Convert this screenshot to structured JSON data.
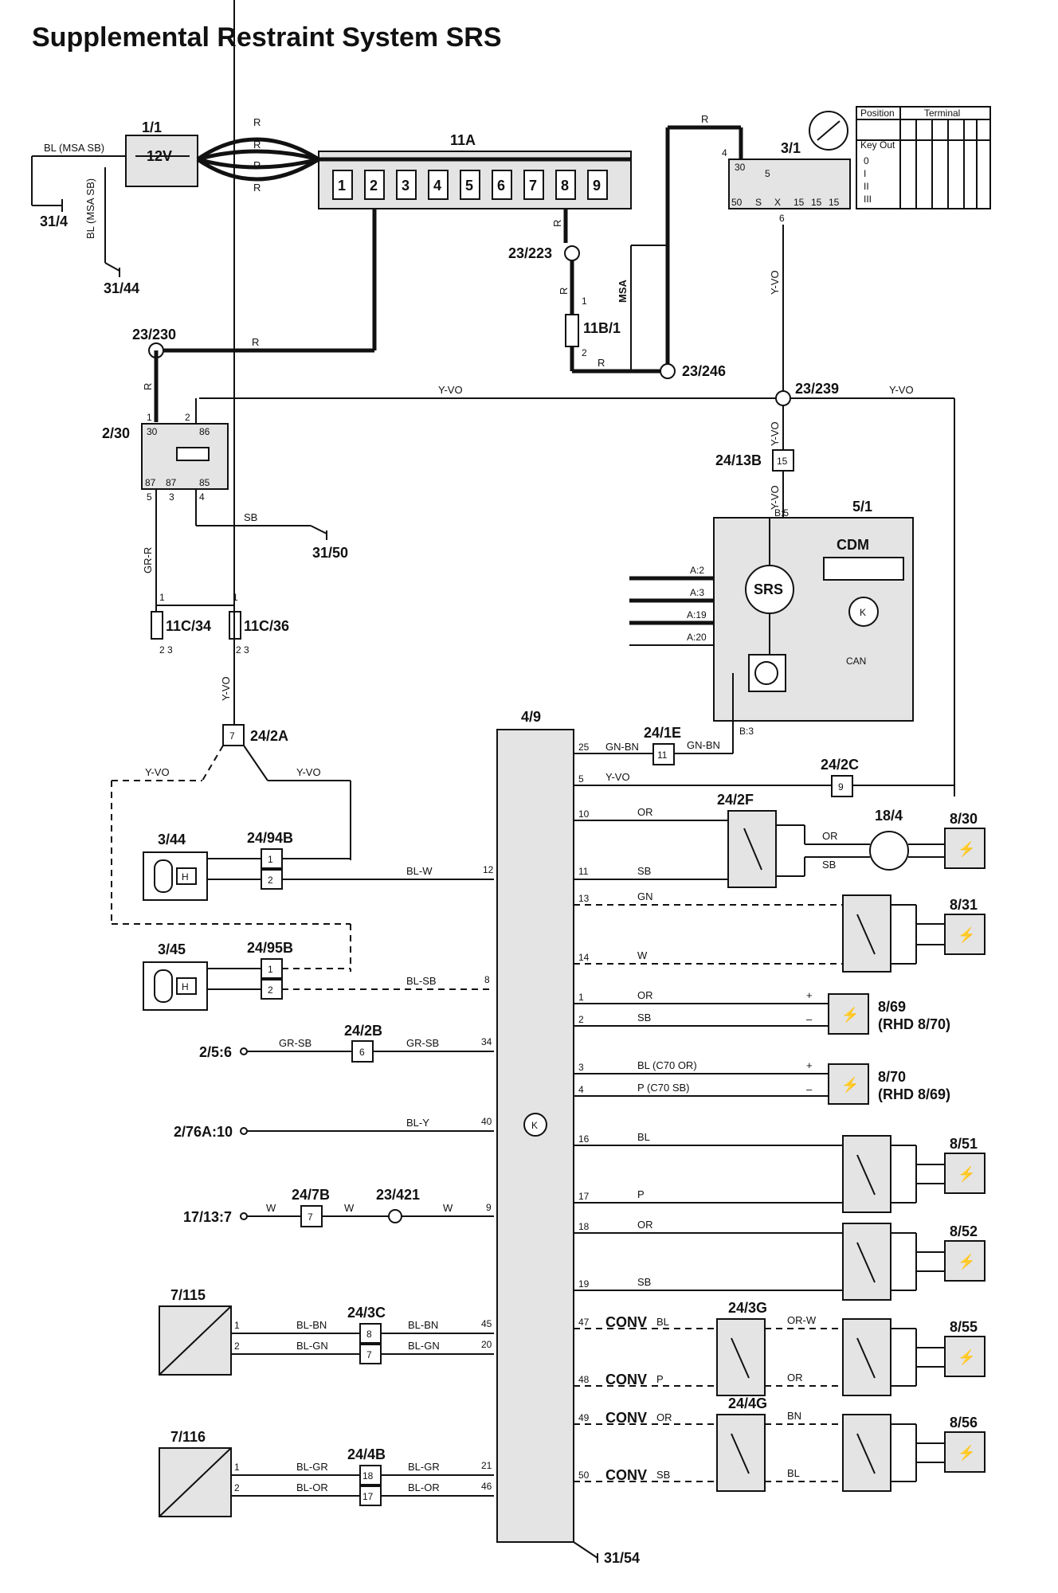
{
  "title": "Supplemental Restraint System SRS",
  "components": {
    "battery": {
      "id": "1/1",
      "value": "12V"
    },
    "fusebox": {
      "id": "11A",
      "fuses": [
        "1",
        "2",
        "3",
        "4",
        "5",
        "6",
        "7",
        "8",
        "9"
      ]
    },
    "ignition": {
      "id": "3/1",
      "terminals": [
        "4",
        "30",
        "5",
        "50",
        "S",
        "X",
        "15",
        "15",
        "15",
        "6"
      ],
      "table_header_pos": "Position",
      "table_header_term": "Terminal",
      "rows": [
        "Key Out",
        "0",
        "I",
        "II",
        "III"
      ]
    },
    "relay": {
      "id": "2/30",
      "pins": [
        "1",
        "30",
        "2",
        "86",
        "87",
        "87",
        "85",
        "5",
        "3",
        "4"
      ]
    },
    "cdm": {
      "id": "5/1",
      "name": "CDM",
      "srs": "SRS",
      "can": "CAN",
      "pins": [
        "B:5",
        "A:2",
        "A:3",
        "A:19",
        "A:20",
        "B:3"
      ]
    },
    "control": {
      "id": "4/9"
    }
  },
  "grounds": [
    "31/4",
    "31/44",
    "31/50",
    "31/54"
  ],
  "splices": [
    "23/223",
    "23/230",
    "23/246",
    "23/239",
    "23/421"
  ],
  "fuses_misc": [
    "11B/1",
    "11C/34",
    "11C/36"
  ],
  "connectors": [
    {
      "id": "24/13B",
      "pin": "15"
    },
    {
      "id": "24/2A",
      "pin": "7"
    },
    {
      "id": "24/1E",
      "pin": "11"
    },
    {
      "id": "24/2C",
      "pin": "9"
    },
    {
      "id": "24/2F"
    },
    {
      "id": "24/94B",
      "pins": [
        "1",
        "2"
      ]
    },
    {
      "id": "24/95B",
      "pins": [
        "1",
        "2"
      ]
    },
    {
      "id": "24/2B",
      "pin": "6"
    },
    {
      "id": "24/7B",
      "pin": "7"
    },
    {
      "id": "24/3C",
      "pins": [
        "8",
        "7"
      ]
    },
    {
      "id": "24/4B",
      "pins": [
        "18",
        "17"
      ]
    },
    {
      "id": "24/3G"
    },
    {
      "id": "24/4G"
    }
  ],
  "devices": {
    "d344": "3/44",
    "d345": "3/45",
    "d184": "18/4",
    "d830": "8/30",
    "d831": "8/31",
    "d869": "8/69",
    "d869b": "(RHD 8/70)",
    "d870": "8/70",
    "d870b": "(RHD 8/69)",
    "d851": "8/51",
    "d852": "8/52",
    "d855": "8/55",
    "d856": "8/56",
    "d7115": "7/115",
    "d7116": "7/116"
  },
  "external_refs": [
    "2/5:6",
    "2/76A:10",
    "17/13:7"
  ],
  "wires": {
    "r": "R",
    "bl_msa": "BL (MSA SB)",
    "y_vo": "Y-VO",
    "sb": "SB",
    "gr_r": "GR-R",
    "msa": "MSA",
    "gn_bn": "GN-BN",
    "or": "OR",
    "gn": "GN",
    "w": "W",
    "bl_w": "BL-W",
    "bl_sb": "BL-SB",
    "gr_sb": "GR-SB",
    "bl_y": "BL-Y",
    "bl_bn": "BL-BN",
    "bl_gn": "BL-GN",
    "bl_gr": "BL-GR",
    "bl_or": "BL-OR",
    "bl": "BL",
    "p": "P",
    "or_w": "OR-W",
    "bn": "BN",
    "bl_c70": "BL (C70 OR)",
    "p_c70": "P (C70 SB)",
    "conv": "CONV",
    "plus": "+",
    "minus": "–",
    "h": "H",
    "k": "K"
  },
  "control_pins": {
    "left": [
      "12",
      "8",
      "34",
      "40",
      "9",
      "45",
      "20",
      "21",
      "46"
    ],
    "right": [
      "25",
      "5",
      "10",
      "11",
      "13",
      "14",
      "1",
      "2",
      "3",
      "4",
      "16",
      "17",
      "18",
      "19",
      "47",
      "48",
      "49",
      "50"
    ]
  }
}
